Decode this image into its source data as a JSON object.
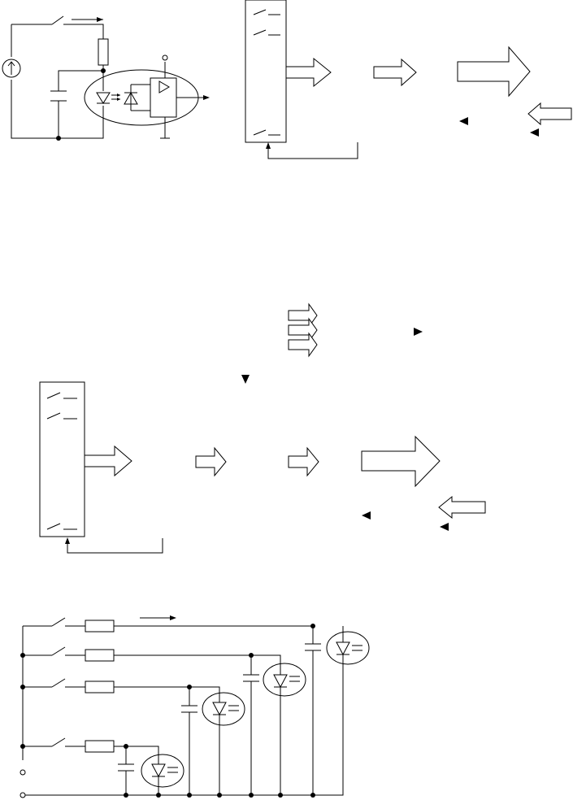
{
  "figure": {
    "panels": [
      {
        "id": "optocoupler-input-circuit",
        "text_labels": []
      },
      {
        "id": "switch-block-flow-top",
        "text_labels": []
      },
      {
        "id": "switch-block-flow-bottom",
        "text_labels": []
      },
      {
        "id": "multi-channel-optocoupler-circuit",
        "text_labels": []
      }
    ]
  },
  "colors": {
    "stroke": "#000000",
    "background": "#ffffff"
  }
}
